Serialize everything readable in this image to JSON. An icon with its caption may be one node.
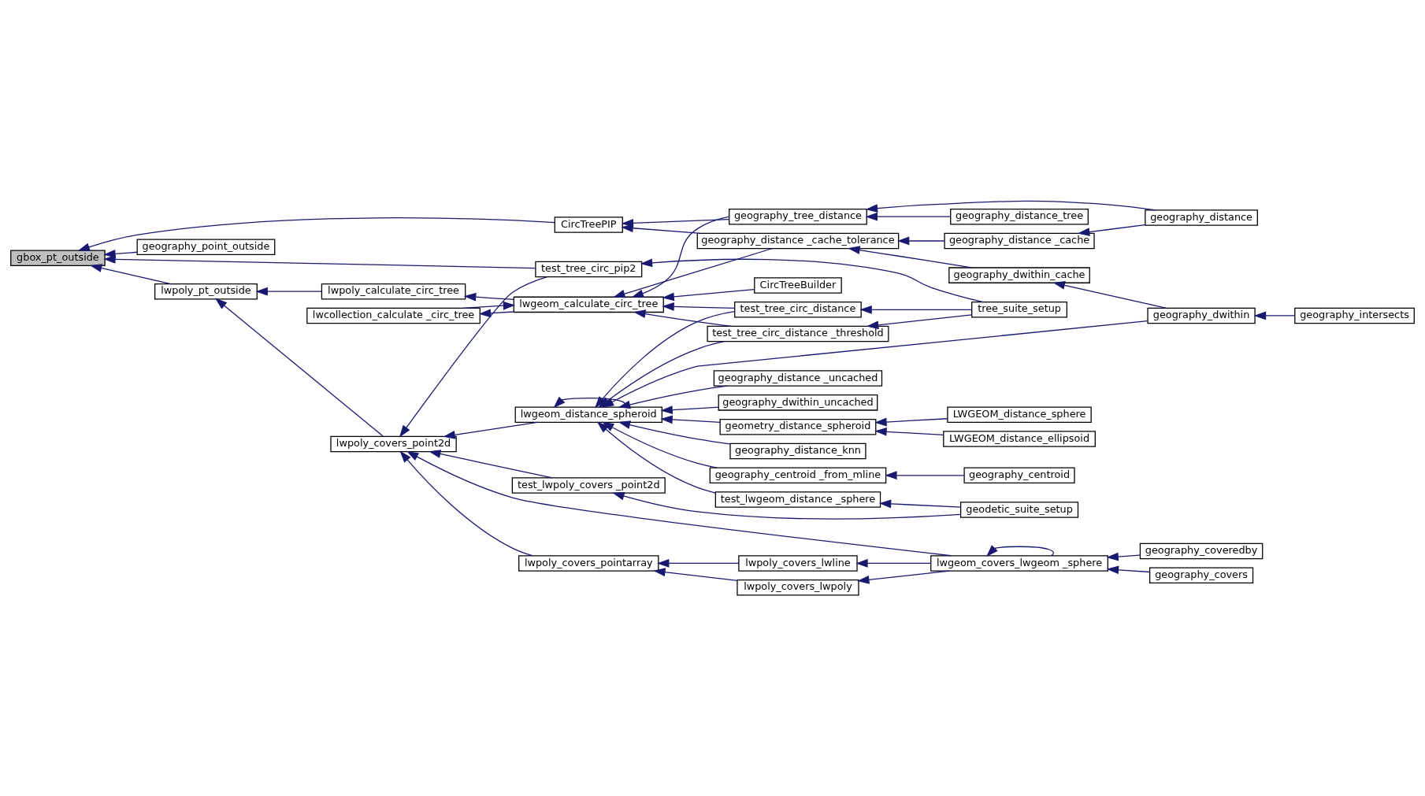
{
  "diagram": {
    "nodes": [
      {
        "text": [
          "gbox_pt_outside"
        ]
      },
      {
        "text": [
          "CircTreePIP"
        ]
      },
      {
        "text": [
          "geography_point_outside"
        ]
      },
      {
        "text": [
          "test_tree_circ_pip2"
        ]
      },
      {
        "text": [
          "lwpoly_pt_outside"
        ]
      },
      {
        "text": [
          "geography_tree_distance"
        ]
      },
      {
        "text": [
          "geography_distance _cache_tolerance"
        ]
      },
      {
        "text": [
          "lwpoly_calculate_circ_tree"
        ]
      },
      {
        "text": [
          "lwpoly_covers_point2d"
        ]
      },
      {
        "text": [
          "geography_distance"
        ]
      },
      {
        "text": [
          "geography_distance_tree"
        ]
      },
      {
        "text": [
          "geography_distance _cache"
        ]
      },
      {
        "text": [
          "geography_dwithin_cache"
        ]
      },
      {
        "text": [
          "geography_dwithin"
        ]
      },
      {
        "text": [
          "geography_intersects"
        ]
      },
      {
        "text": [
          "lwgeom_calculate_circ_tree"
        ]
      },
      {
        "text": [
          "CircTreeBuilder"
        ]
      },
      {
        "text": [
          "lwcollection_calculate _circ_tree"
        ]
      },
      {
        "text": [
          "test_tree_circ_distance"
        ]
      },
      {
        "text": [
          "test_tree_circ_distance _threshold"
        ]
      },
      {
        "text": [
          "tree_suite_setup"
        ]
      },
      {
        "text": [
          "lwgeom_distance_spheroid"
        ]
      },
      {
        "text": [
          "geography_distance _uncached"
        ]
      },
      {
        "text": [
          "geography_dwithin_uncached"
        ]
      },
      {
        "text": [
          "geometry_distance_spheroid"
        ]
      },
      {
        "text": [
          "LWGEOM_distance_sphere"
        ]
      },
      {
        "text": [
          "LWGEOM_distance_ellipsoid"
        ]
      },
      {
        "text": [
          "geography_distance_knn"
        ]
      },
      {
        "text": [
          "geography_centroid _from_mline"
        ]
      },
      {
        "text": [
          "geography_centroid"
        ]
      },
      {
        "text": [
          "test_lwgeom_distance _sphere"
        ]
      },
      {
        "text": [
          "geodetic_suite_setup"
        ]
      },
      {
        "text": [
          "test_lwpoly_covers _point2d"
        ]
      },
      {
        "text": [
          "lwgeom_covers_lwgeom _sphere"
        ]
      },
      {
        "text": [
          "geography_coveredby"
        ]
      },
      {
        "text": [
          "geography_covers"
        ]
      },
      {
        "text": [
          "lwpoly_covers_lwline"
        ]
      },
      {
        "text": [
          "lwpoly_covers_pointarray"
        ]
      },
      {
        "text": [
          "lwpoly_covers_lwpoly"
        ]
      }
    ],
    "edges": [
      {
        "from": 1,
        "to": 0,
        "arrow": "to"
      },
      {
        "from": 2,
        "to": 0,
        "arrow": "to"
      },
      {
        "from": 3,
        "to": 0,
        "arrow": "to"
      },
      {
        "from": 4,
        "to": 0,
        "arrow": "to"
      },
      {
        "from": 5,
        "to": 1,
        "arrow": "to"
      },
      {
        "from": 6,
        "to": 1,
        "arrow": "to"
      },
      {
        "from": 20,
        "to": 3,
        "arrow": "to"
      },
      {
        "from": 3,
        "to": 8,
        "arrow": "to"
      },
      {
        "from": 7,
        "to": 4,
        "arrow": "to"
      },
      {
        "from": 8,
        "to": 4,
        "arrow": "to"
      },
      {
        "from": 15,
        "to": 7,
        "arrow": "to"
      },
      {
        "from": 9,
        "to": 5,
        "arrow": "to"
      },
      {
        "from": 10,
        "to": 5,
        "arrow": "to"
      },
      {
        "from": 5,
        "to": 15,
        "arrow": "to"
      },
      {
        "from": 6,
        "to": 15,
        "arrow": "to"
      },
      {
        "from": 11,
        "to": 6,
        "arrow": "to"
      },
      {
        "from": 9,
        "to": 11,
        "arrow": "to"
      },
      {
        "from": 12,
        "to": 6,
        "arrow": "to"
      },
      {
        "from": 13,
        "to": 12,
        "arrow": "to"
      },
      {
        "from": 14,
        "to": 13,
        "arrow": "to"
      },
      {
        "from": 16,
        "to": 15,
        "arrow": "to"
      },
      {
        "from": 15,
        "to": 17,
        "arrow": "to"
      },
      {
        "from": 17,
        "to": 15,
        "arrow": "to"
      },
      {
        "from": 18,
        "to": 15,
        "arrow": "to"
      },
      {
        "from": 19,
        "to": 15,
        "arrow": "to"
      },
      {
        "from": 20,
        "to": 18,
        "arrow": "to"
      },
      {
        "from": 20,
        "to": 19,
        "arrow": "to"
      },
      {
        "from": 18,
        "to": 21,
        "arrow": "to"
      },
      {
        "from": 19,
        "to": 21,
        "arrow": "to"
      },
      {
        "from": 22,
        "to": 21,
        "arrow": "to"
      },
      {
        "from": 23,
        "to": 21,
        "arrow": "to"
      },
      {
        "from": 21,
        "to": 21,
        "arrow": "to"
      },
      {
        "from": 24,
        "to": 21,
        "arrow": "to"
      },
      {
        "from": 25,
        "to": 24,
        "arrow": "to"
      },
      {
        "from": 26,
        "to": 24,
        "arrow": "to"
      },
      {
        "from": 13,
        "to": 21,
        "arrow": "to"
      },
      {
        "from": 27,
        "to": 21,
        "arrow": "to"
      },
      {
        "from": 28,
        "to": 21,
        "arrow": "to"
      },
      {
        "from": 29,
        "to": 28,
        "arrow": "to"
      },
      {
        "from": 30,
        "to": 21,
        "arrow": "to"
      },
      {
        "from": 31,
        "to": 30,
        "arrow": "to"
      },
      {
        "from": 31,
        "to": 32,
        "arrow": "to"
      },
      {
        "from": 21,
        "to": 8,
        "arrow": "to"
      },
      {
        "from": 32,
        "to": 8,
        "arrow": "to"
      },
      {
        "from": 33,
        "to": 8,
        "arrow": "to"
      },
      {
        "from": 37,
        "to": 8,
        "arrow": "to"
      },
      {
        "from": 33,
        "to": 33,
        "arrow": "to"
      },
      {
        "from": 34,
        "to": 33,
        "arrow": "to"
      },
      {
        "from": 35,
        "to": 33,
        "arrow": "to"
      },
      {
        "from": 33,
        "to": 36,
        "arrow": "to"
      },
      {
        "from": 33,
        "to": 38,
        "arrow": "to"
      },
      {
        "from": 36,
        "to": 37,
        "arrow": "to"
      },
      {
        "from": 38,
        "to": 37,
        "arrow": "to"
      }
    ]
  }
}
